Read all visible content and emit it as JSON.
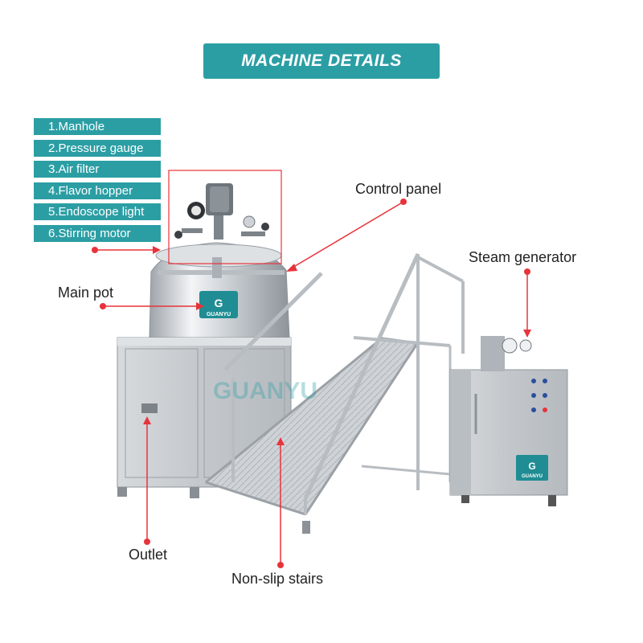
{
  "header": {
    "title": "MACHINE DETAILS"
  },
  "parts_list": [
    {
      "label": "1.Manhole"
    },
    {
      "label": "2.Pressure gauge"
    },
    {
      "label": "3.Air filter"
    },
    {
      "label": "4.Flavor hopper"
    },
    {
      "label": "5.Endoscope light"
    },
    {
      "label": "6.Stirring motor"
    }
  ],
  "callouts": {
    "control_panel": "Control panel",
    "steam_generator": "Steam generator",
    "main_pot": "Main pot",
    "outlet": "Outlet",
    "non_slip_stairs": "Non-slip stairs"
  },
  "brand": {
    "logo_text": "GUANYU",
    "watermark_text": "GUANYU"
  },
  "colors": {
    "banner": "#2b9ea4",
    "callout": "#e8333a",
    "steel": "#c9cdd2"
  }
}
